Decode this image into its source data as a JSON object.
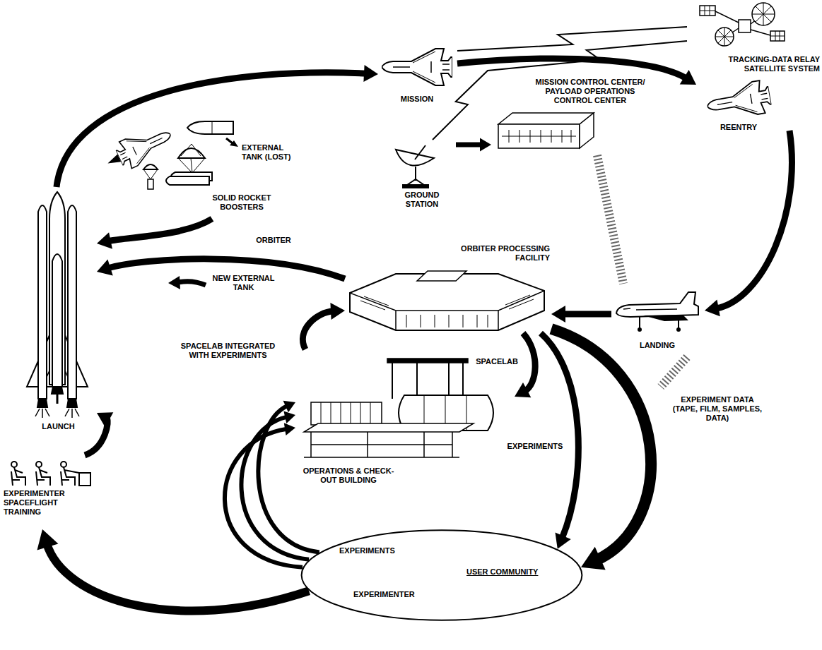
{
  "diagram": {
    "nodes": [
      {
        "text": [
          "TRACKING-DATA RELAY SATELLITE SYSTEM"
        ]
      },
      {
        "text": [
          "MISSION"
        ]
      },
      {
        "text": [
          "EXTERNAL TANK (LOST)"
        ]
      },
      {
        "text": [
          "MISSION CONTROL CENTER/ PAYLOAD OPERATIONS CONTROL CENTER"
        ]
      },
      {
        "text": [
          "REENTRY"
        ]
      },
      {
        "text": [
          "SOLID ROCKET BOOSTERS"
        ]
      },
      {
        "text": [
          "GROUND STATION"
        ]
      },
      {
        "text": [
          "ORBITER PROCESSING FACILITY"
        ]
      },
      {
        "text": [
          "LANDING"
        ]
      },
      {
        "text": [
          "LAUNCH"
        ]
      },
      {
        "text": [
          "OPERATIONS & CHECK-OUT BUILDING"
        ]
      },
      {
        "text": [
          "EXPERIMENTER SPACEFLIGHT TRAINING"
        ]
      },
      {
        "text": [
          "EXPERIMENTS",
          "USER COMMUNITY",
          "EXPERIMENTER"
        ]
      }
    ],
    "edges": [
      {
        "from": 9,
        "to": 1,
        "arrow": "to"
      },
      {
        "from": 1,
        "to": 4,
        "arrow": "to"
      },
      {
        "from": 4,
        "to": 8,
        "arrow": "to"
      },
      {
        "from": 8,
        "to": 7,
        "arrow": "to"
      },
      {
        "from": 7,
        "to": 9,
        "label": "ORBITER",
        "arrow": "to"
      },
      {
        "from": 5,
        "to": 9,
        "arrow": "to"
      },
      {
        "from": 1,
        "to": 0,
        "arrow": "none"
      },
      {
        "from": 0,
        "to": 6,
        "arrow": "none"
      },
      {
        "from": 6,
        "to": 3,
        "arrow": "to"
      },
      {
        "from": 10,
        "to": 7,
        "label": "SPACELAB INTEGRATED WITH EXPERIMENTS",
        "arrow": "to"
      },
      {
        "from": 7,
        "to": 10,
        "label": "SPACELAB",
        "arrow": "to"
      },
      {
        "from": 7,
        "to": 12,
        "label": "EXPERIMENTS",
        "arrow": "to"
      },
      {
        "from": 7,
        "to": 12,
        "label": "EXPERIMENT DATA (TAPE, FILM, SAMPLES, DATA)",
        "arrow": "to"
      },
      {
        "from": 12,
        "to": 10,
        "arrow": "to"
      },
      {
        "from": 12,
        "to": 10,
        "arrow": "to"
      },
      {
        "from": 12,
        "to": 10,
        "arrow": "to"
      },
      {
        "from": 12,
        "to": 11,
        "arrow": "to"
      },
      {
        "from": 11,
        "to": 9,
        "arrow": "to"
      }
    ],
    "labels": [
      "NEW EXTERNAL TANK"
    ]
  }
}
